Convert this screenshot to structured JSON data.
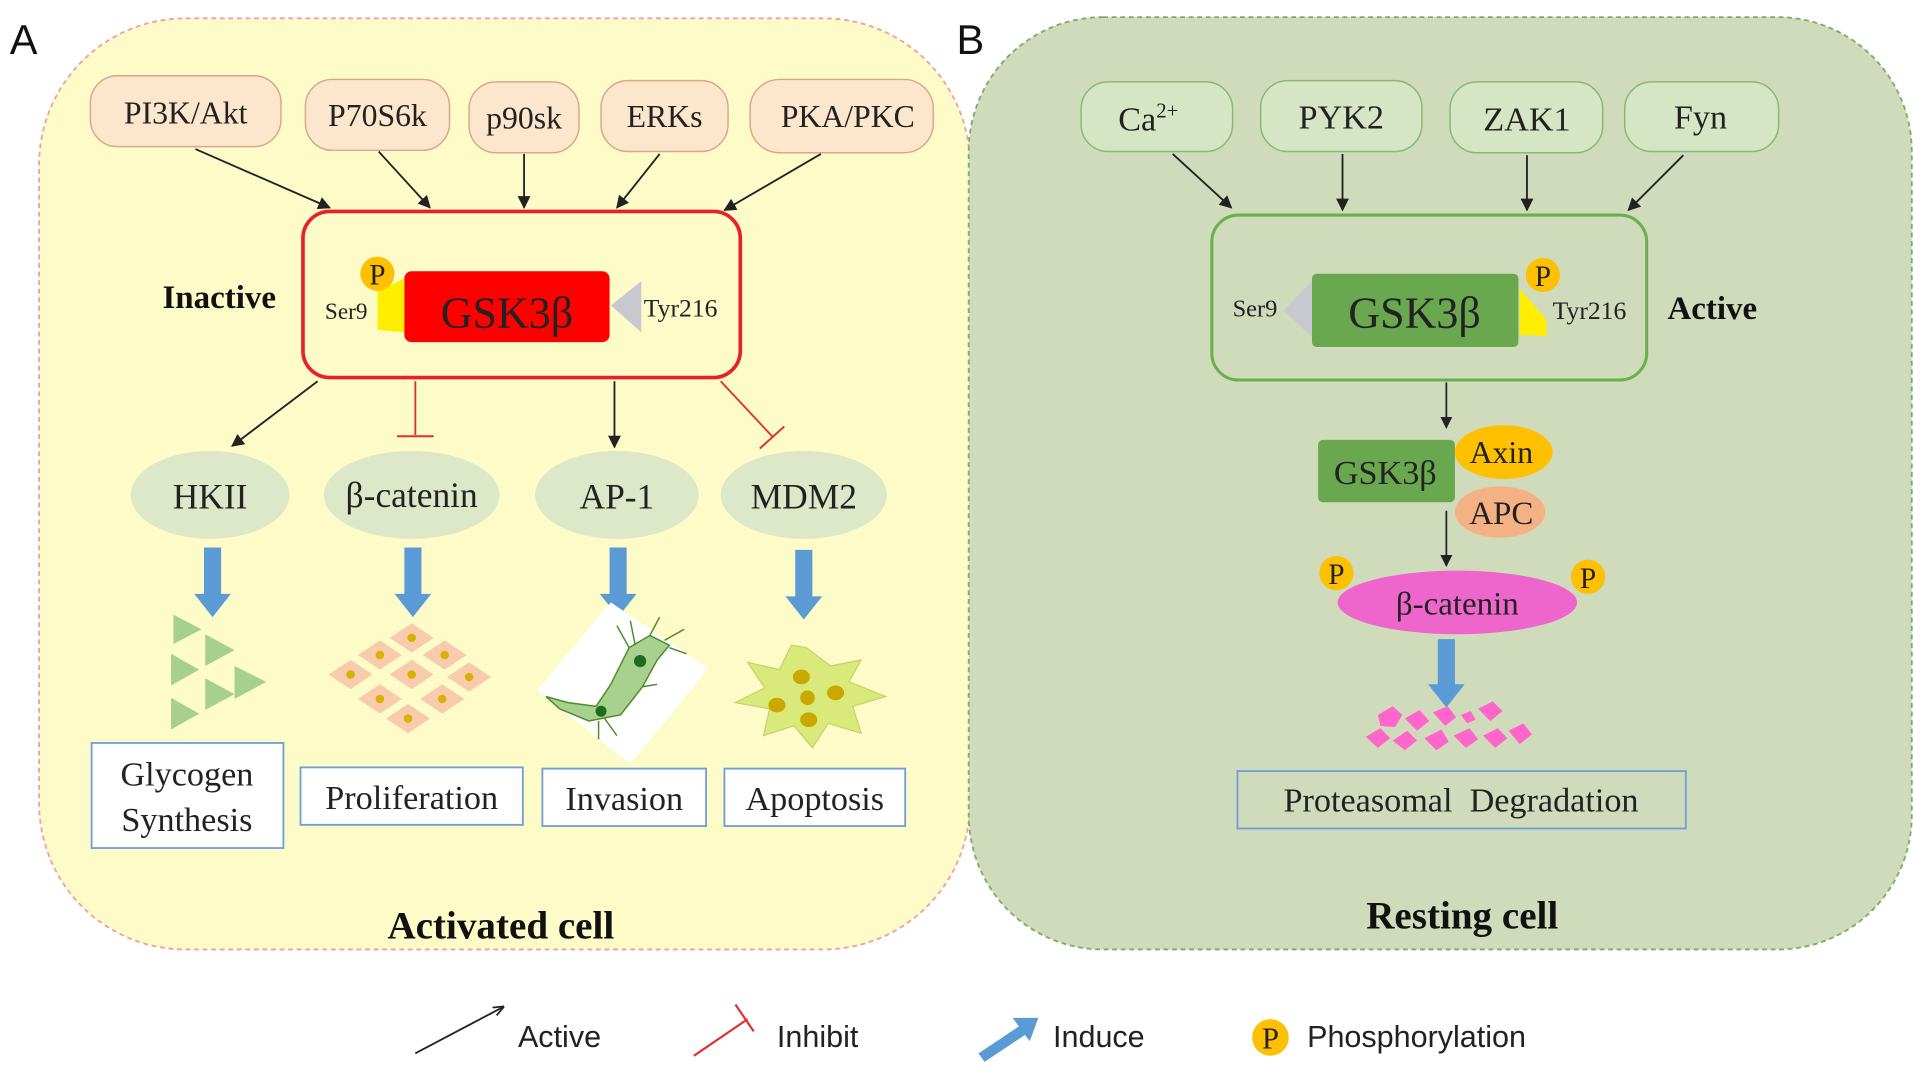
{
  "panel_a": {
    "letter": "A",
    "title": "Activated cell",
    "state_label": "Inactive",
    "upstream": [
      "PI3K/Akt",
      "P70S6k",
      "p90sk",
      "ERKs",
      "PKA/PKC"
    ],
    "enzyme": "GSK3β",
    "ser_label": "Ser9",
    "tyr_label": "Tyr216",
    "phospho_mark": "P",
    "targets": [
      "HKII",
      "β-catenin",
      "AP-1",
      "MDM2"
    ],
    "outcomes": [
      [
        "Glycogen",
        "Synthesis"
      ],
      [
        "Proliferation"
      ],
      [
        "Invasion"
      ],
      [
        "Apoptosis"
      ]
    ]
  },
  "panel_b": {
    "letter": "B",
    "title": "Resting cell",
    "state_label": "Active",
    "upstream": [
      "Ca",
      "PYK2",
      "ZAK1",
      "Fyn"
    ],
    "ca_superscript": "2+",
    "enzyme": "GSK3β",
    "ser_label": "Ser9",
    "tyr_label": "Tyr216",
    "phospho_mark": "P",
    "complex_enzyme": "GSK3β",
    "axin": "Axin",
    "apc": "APC",
    "substrate": "β-catenin",
    "outcome": "Proteasomal  Degradation"
  },
  "legend": {
    "active": "Active",
    "inhibit": "Inhibit",
    "induce": "Induce",
    "phospho_mark": "P",
    "phosphorylation": "Phosphorylation"
  },
  "colors": {
    "panel_a_fill": "#fdfbc8",
    "panel_a_border": "#f0a0a0",
    "panel_b_fill": "#cfdbba",
    "panel_b_border": "#7aae6a",
    "inactive_enzyme": "#ff0000",
    "active_enzyme": "#6aa84f",
    "phospho": "#ffc000",
    "induce_arrow": "#5b9bd5",
    "inhibit": "#e03030",
    "beta_catenin_b": "#ee66cc",
    "apc": "#f4b183"
  }
}
